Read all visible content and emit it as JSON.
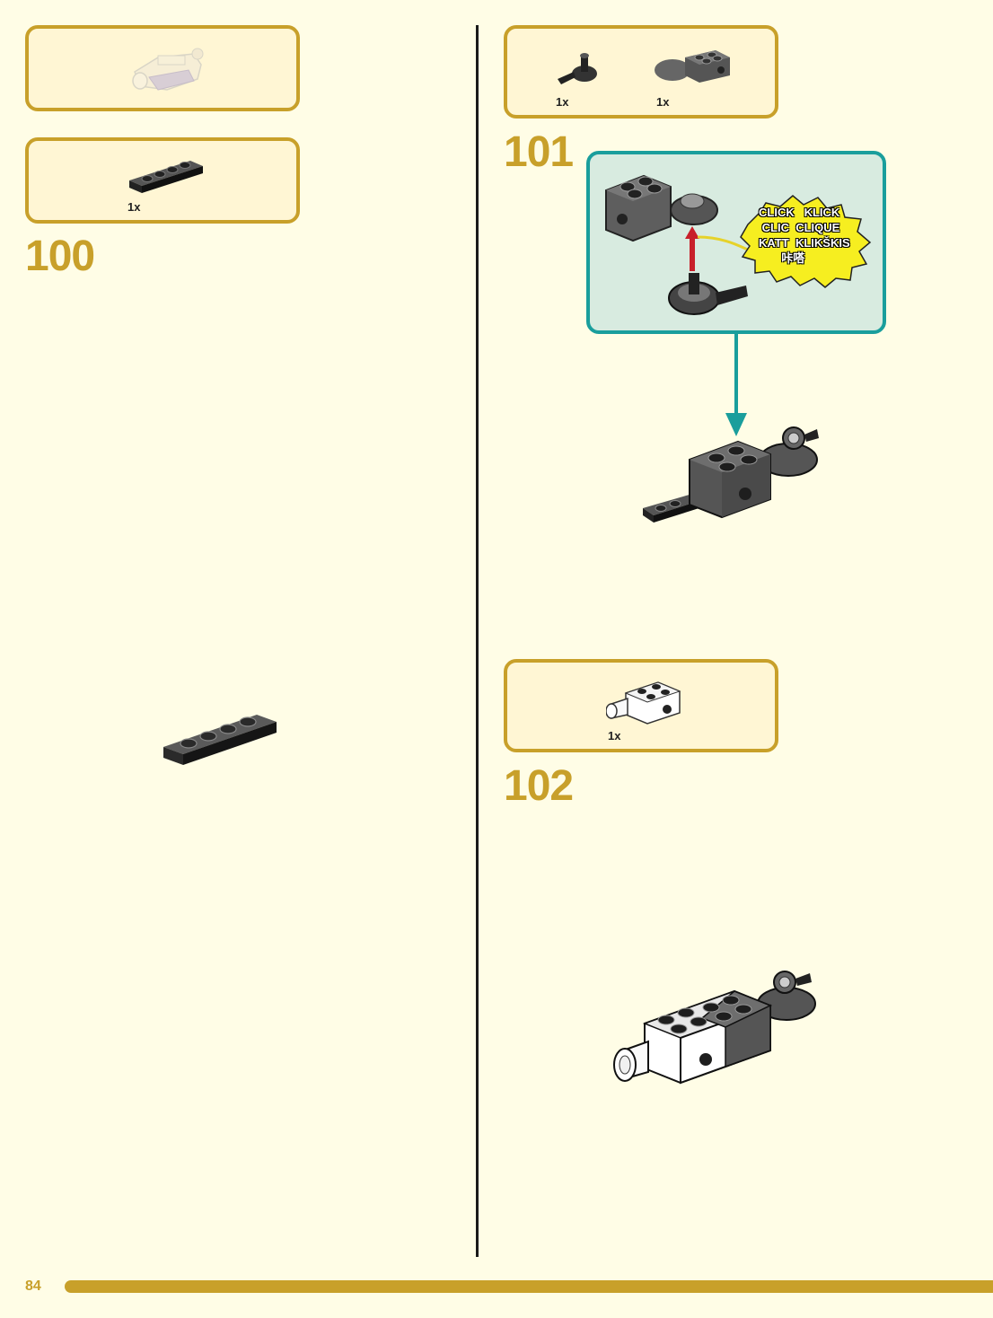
{
  "page_number": "84",
  "steps": [
    {
      "number": "100",
      "parts": [
        {
          "qty": "1x",
          "icon": "plate-1x4-black"
        }
      ]
    },
    {
      "number": "101",
      "parts": [
        {
          "qty": "1x",
          "icon": "ball-joint-black"
        },
        {
          "qty": "1x",
          "icon": "brick-with-socket-dark-gray"
        }
      ]
    },
    {
      "number": "102",
      "parts": [
        {
          "qty": "1x",
          "icon": "brick-with-pin-white"
        }
      ]
    }
  ],
  "callout": {
    "click_words": [
      "CLICK",
      "KLICK",
      "CLIC",
      "CLIQUE",
      "KATT",
      "KLIKŠKIS",
      "咔嗒"
    ]
  },
  "colors": {
    "background": "#fffde6",
    "box_border": "#c8a02a",
    "box_fill": "#fff6d4",
    "step_number": "#c8a02a",
    "callout_border": "#1a9e9c",
    "callout_fill": "#d8ebe0"
  }
}
